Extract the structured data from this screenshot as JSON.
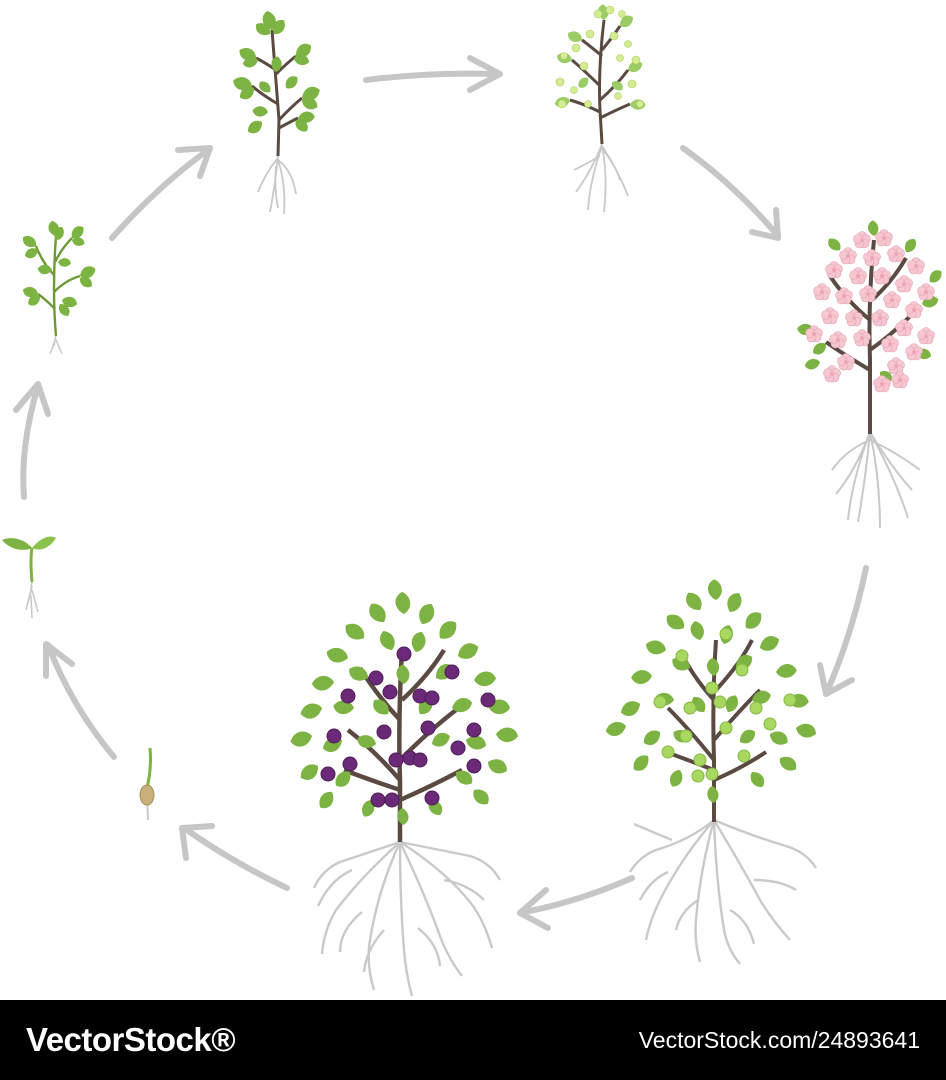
{
  "diagram": {
    "kind": "plum tree growth cycle",
    "stages": [
      {
        "id": "seed",
        "icon": "germinating-seed-icon"
      },
      {
        "id": "sprout",
        "icon": "sprout-icon"
      },
      {
        "id": "seedling",
        "icon": "seedling-icon"
      },
      {
        "id": "young-plant",
        "icon": "young-plant-icon"
      },
      {
        "id": "sapling",
        "icon": "sapling-icon"
      },
      {
        "id": "flowering-tree",
        "icon": "flowering-tree-icon"
      },
      {
        "id": "green-fruit-tree",
        "icon": "green-fruit-tree-icon"
      },
      {
        "id": "ripe-fruit-tree",
        "icon": "ripe-plum-tree-icon"
      }
    ],
    "colors": {
      "leaf": "#7cb342",
      "leaf_light": "#b8dc72",
      "trunk": "#5a4a42",
      "root": "#c9c9c9",
      "arrow": "#c6c6c6",
      "blossom": "#f6c7d0",
      "green_fruit": "#a9d861",
      "plum": "#6b2a78",
      "seed": "#c9b27a"
    }
  },
  "watermark": {
    "left": "VectorStock®",
    "right": "VectorStock.com/24893641"
  }
}
